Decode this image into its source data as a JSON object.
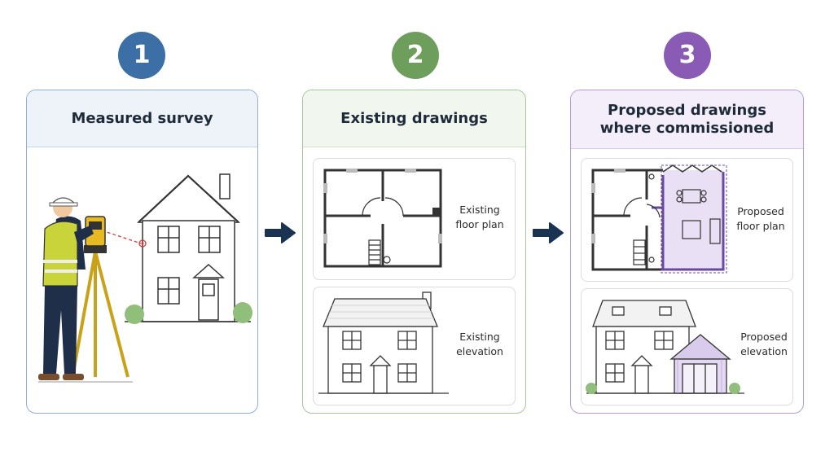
{
  "steps": [
    {
      "number": "1",
      "title": "Measured survey"
    },
    {
      "number": "2",
      "title": "Existing drawings",
      "cards": [
        {
          "label_line1": "Existing",
          "label_line2": "floor plan"
        },
        {
          "label_line1": "Existing",
          "label_line2": "elevation"
        }
      ]
    },
    {
      "number": "3",
      "title_line1": "Proposed drawings",
      "title_line2": "where commissioned",
      "cards": [
        {
          "label_line1": "Proposed",
          "label_line2": "floor plan"
        },
        {
          "label_line1": "Proposed",
          "label_line2": "elevation"
        }
      ]
    }
  ],
  "icons": {
    "flow_arrow": "right-arrow-icon",
    "surveyor": "surveyor-with-total-station-icon",
    "house": "house-icon"
  },
  "colors": {
    "step1": "#3b6fa5",
    "step2": "#6d9e5c",
    "step3": "#8a5bb5",
    "arrow": "#1b3352",
    "proposed_accent": "#6a4aa0"
  }
}
